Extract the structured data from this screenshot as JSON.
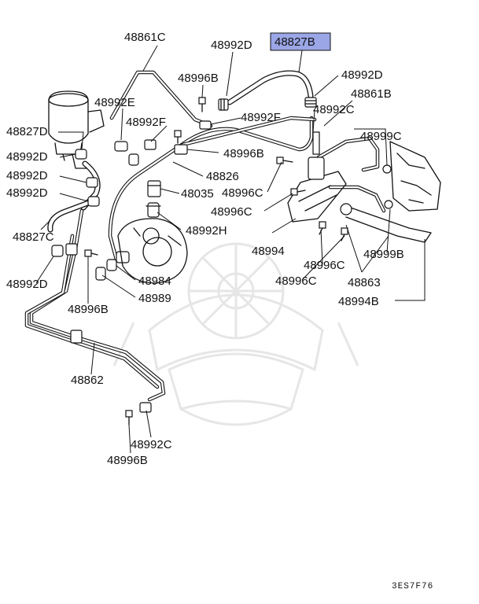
{
  "diagram": {
    "highlighted_part": "48827B",
    "highlight_color": "#9aa6e6",
    "labels": {
      "l48861C": "48861C",
      "l48992D_top": "48992D",
      "l48827B": "48827B",
      "l48996B_top": "48996B",
      "l48992D_right": "48992D",
      "l48861B": "48861B",
      "l48992E": "48992E",
      "l48992C_right": "48992C",
      "l48992F_a": "48992F",
      "l48992F_b": "48992F",
      "l48827D": "48827D",
      "l48999C": "48999C",
      "l48996B_mid": "48996B",
      "l48992D_l1": "48992D",
      "l48826": "48826",
      "l48992D_l2": "48992D",
      "l48996C_a": "48996C",
      "l48992D_l3": "48992D",
      "l48035": "48035",
      "l48996C_b": "48996C",
      "l48992H": "48992H",
      "l48827C": "48827C",
      "l48994": "48994",
      "l48999B": "48999B",
      "l48996C_c": "48996C",
      "l48992D_l4": "48992D",
      "l48984": "48984",
      "l48996C_d": "48996C",
      "l48863": "48863",
      "l48989": "48989",
      "l48996B_low": "48996B",
      "l48994B": "48994B",
      "l48862": "48862",
      "l48992C_bottom": "48992C",
      "l48996B_bottom": "48996B"
    },
    "figure_code": "3ES7F76"
  }
}
